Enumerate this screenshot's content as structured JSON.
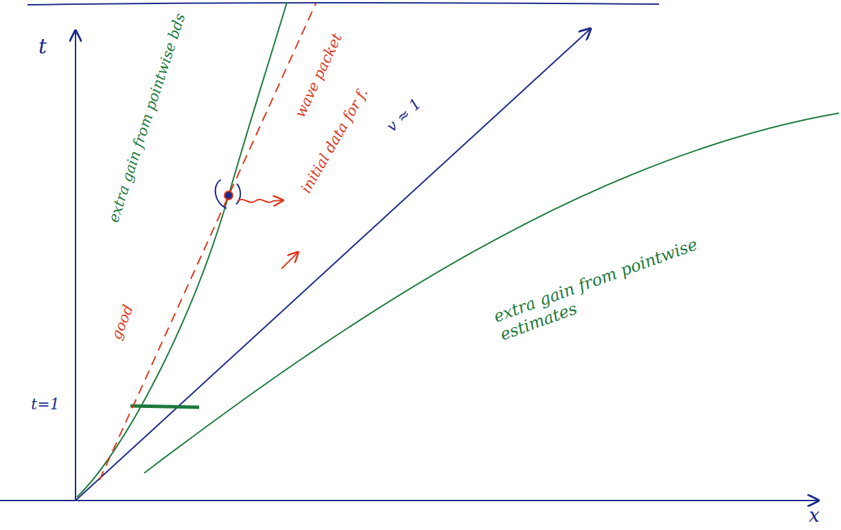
{
  "diagram": {
    "labels": [
      "t",
      "x",
      "t=1",
      "v ≈ 1",
      "extra gain from pointwise bds",
      "wave packet",
      "initial data for f.",
      "good",
      "extra gain from pointwise estimates"
    ]
  }
}
